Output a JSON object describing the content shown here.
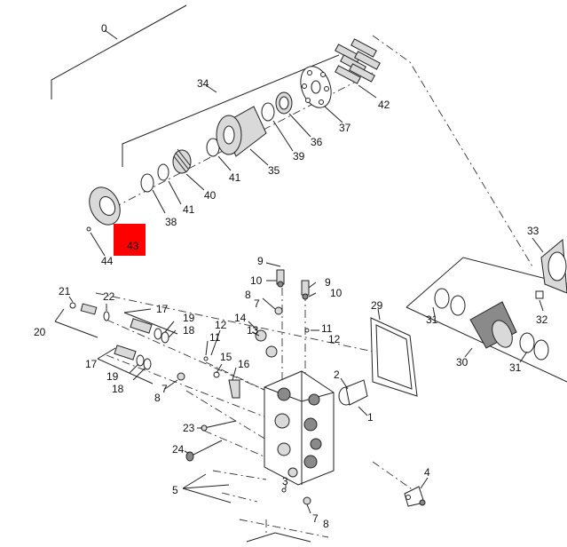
{
  "diagram": {
    "highlight_color": "#ff0000",
    "highlighted_callout": "43",
    "callouts": {
      "c0": "0",
      "c34": "34",
      "c42": "42",
      "c37": "37",
      "c36": "36",
      "c39": "39",
      "c35": "35",
      "c41a": "41",
      "c41b": "41",
      "c40": "40",
      "c38": "38",
      "c43": "43",
      "c44": "44",
      "c33": "33",
      "c32": "32",
      "c29": "29",
      "c31a": "31",
      "c31b": "31",
      "c30": "30",
      "c9a": "9",
      "c10a": "10",
      "c8a": "8",
      "c7a": "7",
      "c9b": "9",
      "c10b": "10",
      "c11a": "11",
      "c12a": "12",
      "c21": "21",
      "c22": "22",
      "c20": "20",
      "c17a": "17",
      "c19a": "19",
      "c18a": "18",
      "c12b": "12",
      "c11b": "11",
      "c14": "14",
      "c13": "13",
      "c15": "15",
      "c16": "16",
      "c17b": "17",
      "c19b": "19",
      "c18b": "18",
      "c8b": "8",
      "c7b": "7",
      "c2": "2",
      "c1": "1",
      "c23": "23",
      "c24": "24",
      "c3": "3",
      "c5": "5",
      "c4": "4",
      "c7c": "7",
      "c8c": "8"
    }
  }
}
